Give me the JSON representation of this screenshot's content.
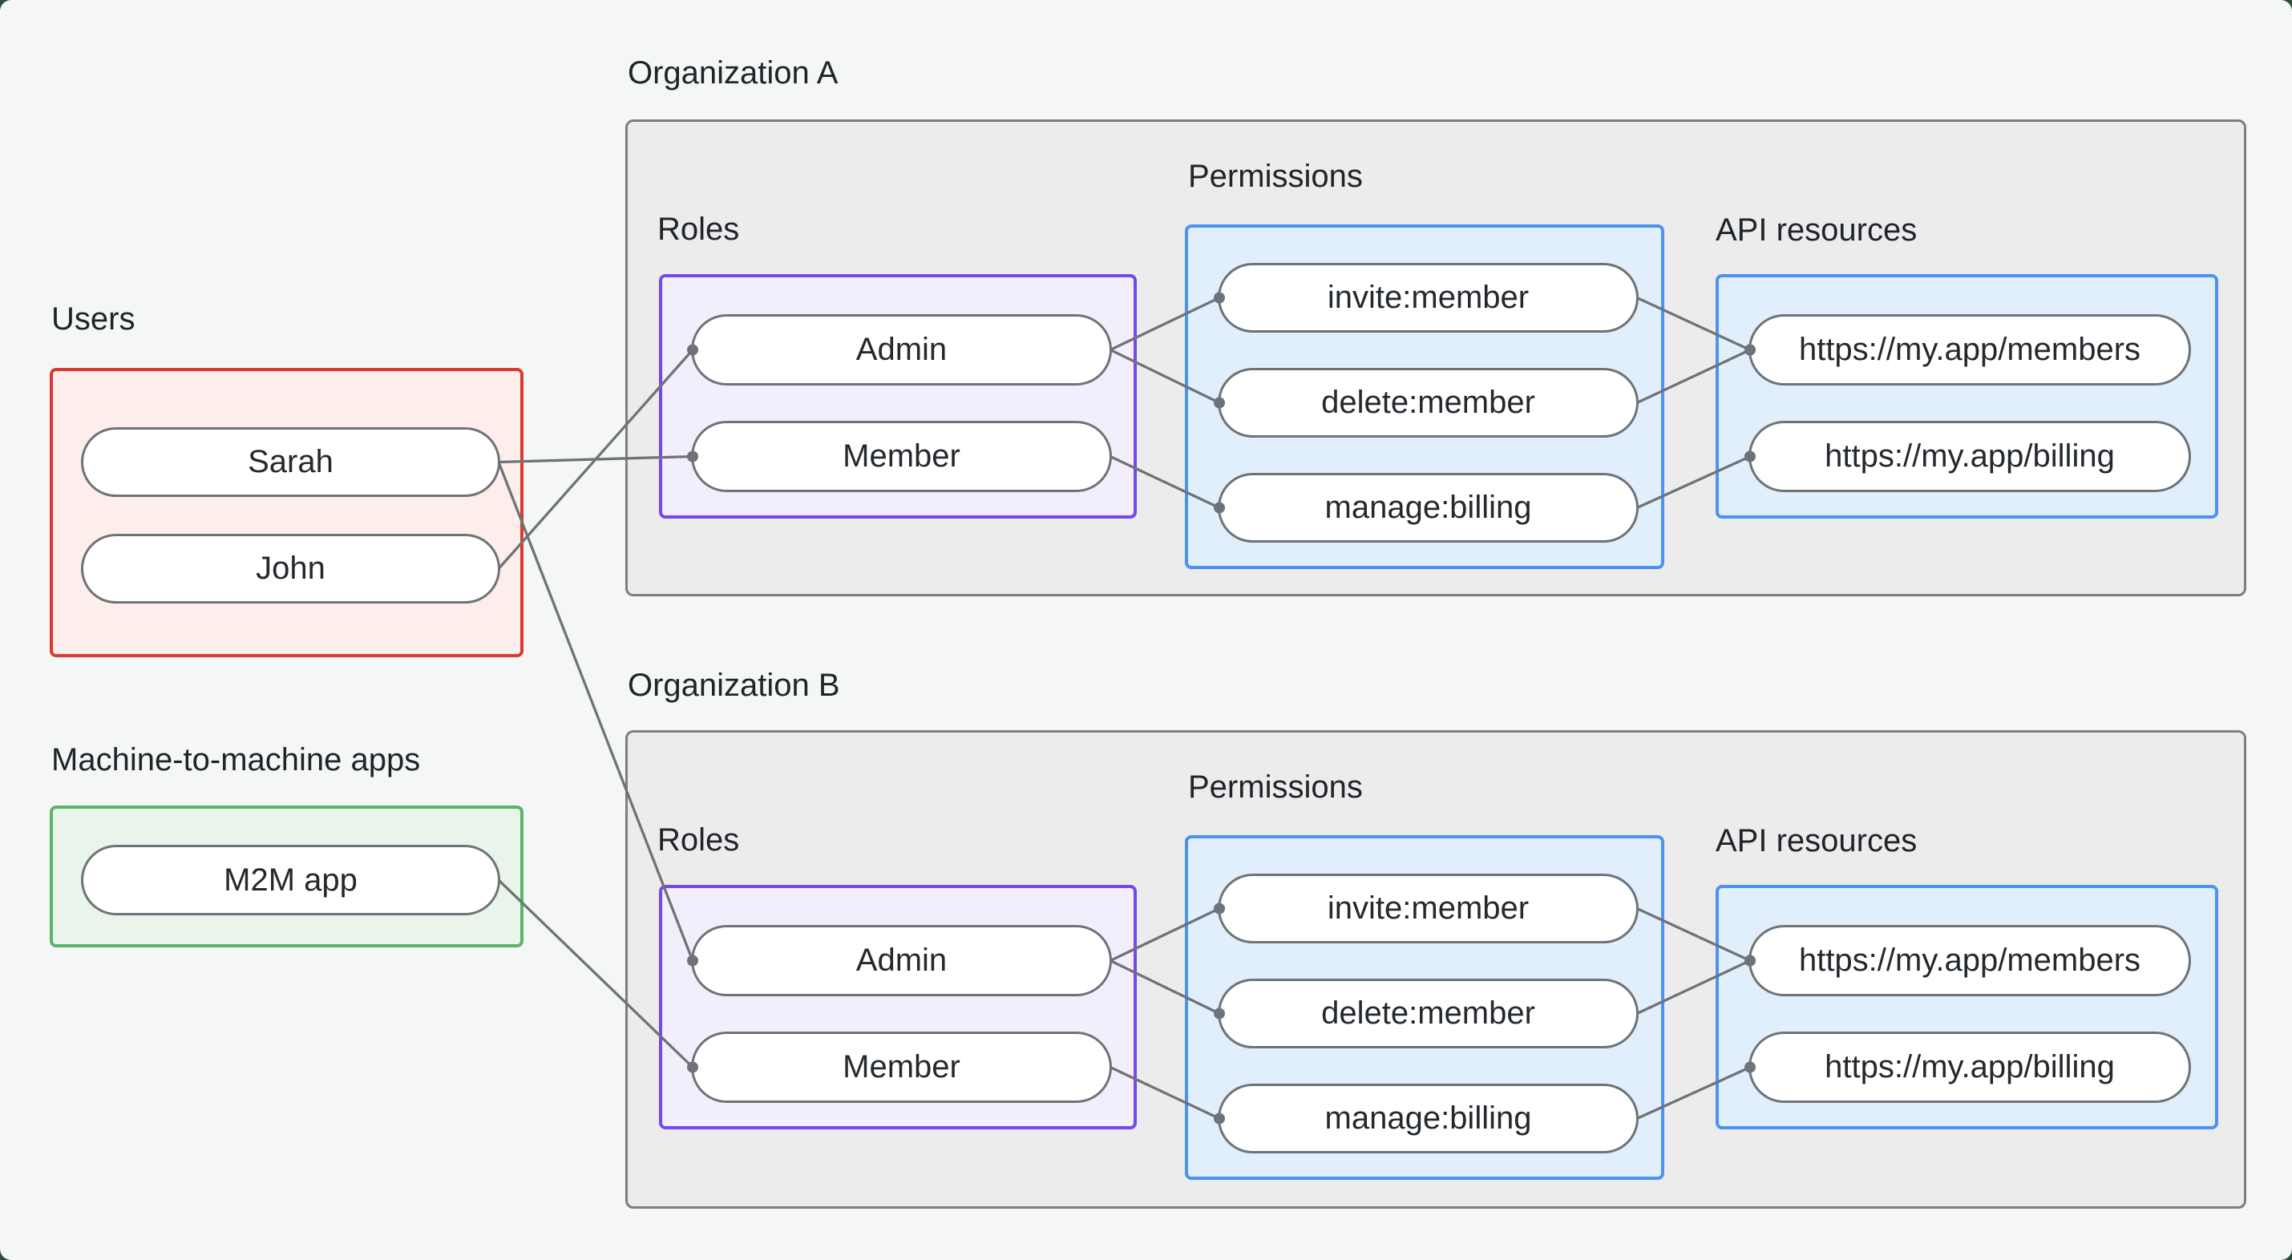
{
  "users": {
    "label": "Users",
    "items": [
      "Sarah",
      "John"
    ]
  },
  "m2m": {
    "label": "Machine-to-machine apps",
    "items": [
      "M2M app"
    ]
  },
  "org_a": {
    "title": "Organization A",
    "roles_label": "Roles",
    "permissions_label": "Permissions",
    "api_label": "API resources",
    "roles": [
      "Admin",
      "Member"
    ],
    "permissions": [
      "invite:member",
      "delete:member",
      "manage:billing"
    ],
    "api_resources": [
      "https://my.app/members",
      "https://my.app/billing"
    ]
  },
  "org_b": {
    "title": "Organization B",
    "roles_label": "Roles",
    "permissions_label": "Permissions",
    "api_label": "API resources",
    "roles": [
      "Admin",
      "Member"
    ],
    "permissions": [
      "invite:member",
      "delete:member",
      "manage:billing"
    ],
    "api_resources": [
      "https://my.app/members",
      "https://my.app/billing"
    ]
  },
  "connections": [
    {
      "from": "user-john",
      "to": "a-role-admin"
    },
    {
      "from": "user-sarah",
      "to": "a-role-member"
    },
    {
      "from": "user-sarah",
      "to": "b-role-admin"
    },
    {
      "from": "m2m-app",
      "to": "b-role-member"
    },
    {
      "from": "a-role-admin",
      "to": "a-perm-invite"
    },
    {
      "from": "a-role-admin",
      "to": "a-perm-delete"
    },
    {
      "from": "a-role-member",
      "to": "a-perm-manage"
    },
    {
      "from": "a-perm-invite",
      "to": "a-api-members"
    },
    {
      "from": "a-perm-delete",
      "to": "a-api-members"
    },
    {
      "from": "a-perm-manage",
      "to": "a-api-billing"
    },
    {
      "from": "b-role-admin",
      "to": "b-perm-invite"
    },
    {
      "from": "b-role-admin",
      "to": "b-perm-delete"
    },
    {
      "from": "b-role-member",
      "to": "b-perm-manage"
    },
    {
      "from": "b-perm-invite",
      "to": "b-api-members"
    },
    {
      "from": "b-perm-delete",
      "to": "b-api-members"
    },
    {
      "from": "b-perm-manage",
      "to": "b-api-billing"
    }
  ],
  "colors": {
    "background": "#f5f7f6",
    "org_box_fill": "#ececed",
    "org_box_border": "#7b7f82",
    "users_accent": "#d93a31",
    "users_fill": "#fdedeb",
    "m2m_accent": "#58b56a",
    "m2m_fill": "#e9f4ea",
    "roles_accent": "#7448ee",
    "roles_fill": "#f3eefc",
    "permissions_accent": "#4a93f2",
    "permissions_fill": "#e1eefc",
    "node_border": "#6f7376",
    "node_fill": "#ffffff",
    "connector": "#6f7376",
    "text": "#21262b"
  }
}
